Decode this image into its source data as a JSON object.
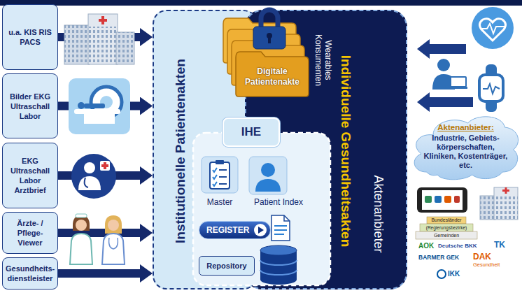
{
  "diagram": {
    "nodes": [
      {
        "text": [
          "u.a. KIS RIS PACS"
        ]
      },
      {
        "text": [
          "Bilder EKG Ultraschall Labor"
        ]
      },
      {
        "text": [
          "EKG Ultraschall Labor Arztbrief"
        ]
      },
      {
        "text": [
          "Ärzte- / Pflege- Viewer"
        ]
      },
      {
        "text": [
          "Gesundheits- dienstleister"
        ]
      },
      {
        "text": [
          "Institutionelle Patientenakten"
        ]
      },
      {
        "text": [
          "Wearables Konsumenten",
          "Individuelle Gesundheitsakten",
          "Aktenanbieter"
        ]
      },
      {
        "text": [
          "Digitale Patientenakte"
        ]
      },
      {
        "text": [
          "IHE"
        ]
      },
      {
        "text": [
          "REGISTER"
        ]
      },
      {
        "text": [
          "Repository"
        ]
      },
      {
        "text": [
          "Aktenanbieter:",
          "Industrie, Gebiets- körperschaften, Kliniken, Kostenträger, etc."
        ]
      }
    ],
    "edges": [
      {
        "from": 0,
        "to": 5,
        "arrow": "to"
      },
      {
        "from": 1,
        "to": 5,
        "arrow": "to"
      },
      {
        "from": 2,
        "to": 5,
        "arrow": "to"
      },
      {
        "from": 3,
        "to": 5,
        "arrow": "to"
      },
      {
        "from": 4,
        "to": 5,
        "arrow": "to"
      }
    ],
    "labels": [
      "Master",
      "Patient Index",
      "Bundesländer",
      "(Regierungsbezirke)",
      "Gemeinden",
      "AOK",
      "Deutsche BKK",
      "TK",
      "BARMER GEK",
      "DAK",
      "Gesundheit",
      "IKK"
    ]
  }
}
